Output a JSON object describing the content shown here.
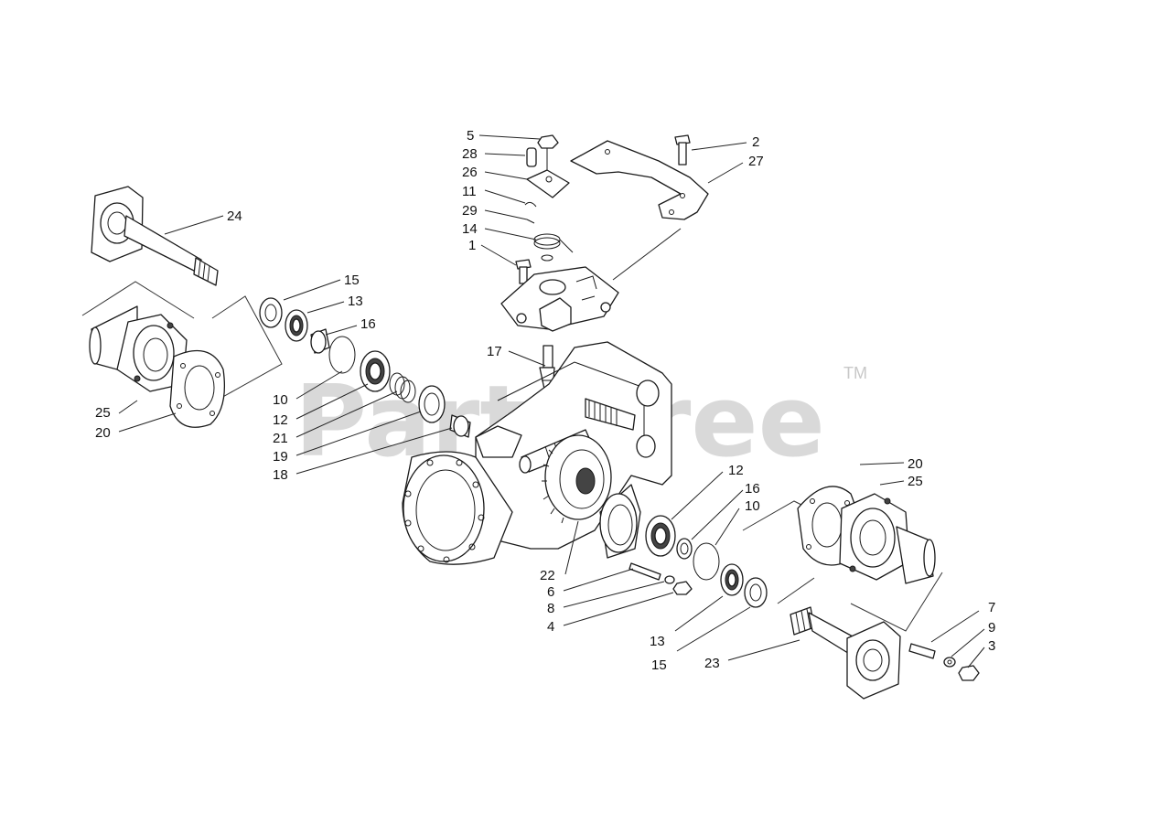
{
  "watermark": {
    "text": "PartsTree",
    "trademark": "TM",
    "color": "#d9d9d9"
  },
  "callouts": [
    {
      "label": "5"
    },
    {
      "label": "28"
    },
    {
      "label": "26"
    },
    {
      "label": "11"
    },
    {
      "label": "29"
    },
    {
      "label": "14"
    },
    {
      "label": "1"
    },
    {
      "label": "2"
    },
    {
      "label": "27"
    },
    {
      "label": "24"
    },
    {
      "label": "15"
    },
    {
      "label": "13"
    },
    {
      "label": "16"
    },
    {
      "label": "17"
    },
    {
      "label": "10"
    },
    {
      "label": "12"
    },
    {
      "label": "21"
    },
    {
      "label": "19"
    },
    {
      "label": "18"
    },
    {
      "label": "25"
    },
    {
      "label": "20"
    },
    {
      "label": "20"
    },
    {
      "label": "25"
    },
    {
      "label": "12"
    },
    {
      "label": "16"
    },
    {
      "label": "10"
    },
    {
      "label": "22"
    },
    {
      "label": "6"
    },
    {
      "label": "8"
    },
    {
      "label": "4"
    },
    {
      "label": "13"
    },
    {
      "label": "15"
    },
    {
      "label": "23"
    },
    {
      "label": "7"
    },
    {
      "label": "9"
    },
    {
      "label": "3"
    }
  ]
}
